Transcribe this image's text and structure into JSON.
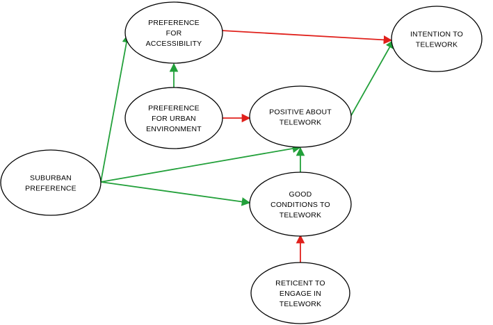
{
  "colors": {
    "positive": "#22a03a",
    "negative": "#e0201b",
    "node_stroke": "#000000",
    "background": "#ffffff"
  },
  "nodes": {
    "pref_accessibility": {
      "lines": [
        "PREFERENCE",
        "FOR",
        "ACCESSIBILITY"
      ]
    },
    "intention_telework": {
      "lines": [
        "INTENTION TO",
        "TELEWORK"
      ]
    },
    "pref_urban": {
      "lines": [
        "PREFERENCE",
        "FOR URBAN",
        "ENVIRONMENT"
      ]
    },
    "positive_telework": {
      "lines": [
        "POSITIVE ABOUT",
        "TELEWORK"
      ]
    },
    "suburban_pref": {
      "lines": [
        "SUBURBAN",
        "PREFERENCE"
      ]
    },
    "good_conditions": {
      "lines": [
        "GOOD",
        "CONDITIONS TO",
        "TELEWORK"
      ]
    },
    "reticent": {
      "lines": [
        "RETICENT TO",
        "ENGAGE IN",
        "TELEWORK"
      ]
    }
  },
  "edges": [
    {
      "from": "pref_accessibility",
      "to": "intention_telework",
      "effect": "negative"
    },
    {
      "from": "pref_urban",
      "to": "pref_accessibility",
      "effect": "positive"
    },
    {
      "from": "pref_urban",
      "to": "positive_telework",
      "effect": "negative"
    },
    {
      "from": "positive_telework",
      "to": "intention_telework",
      "effect": "positive"
    },
    {
      "from": "suburban_pref",
      "to": "pref_accessibility",
      "effect": "positive"
    },
    {
      "from": "suburban_pref",
      "to": "positive_telework",
      "effect": "positive"
    },
    {
      "from": "suburban_pref",
      "to": "good_conditions",
      "effect": "positive"
    },
    {
      "from": "good_conditions",
      "to": "positive_telework",
      "effect": "positive"
    },
    {
      "from": "reticent",
      "to": "good_conditions",
      "effect": "negative"
    }
  ]
}
